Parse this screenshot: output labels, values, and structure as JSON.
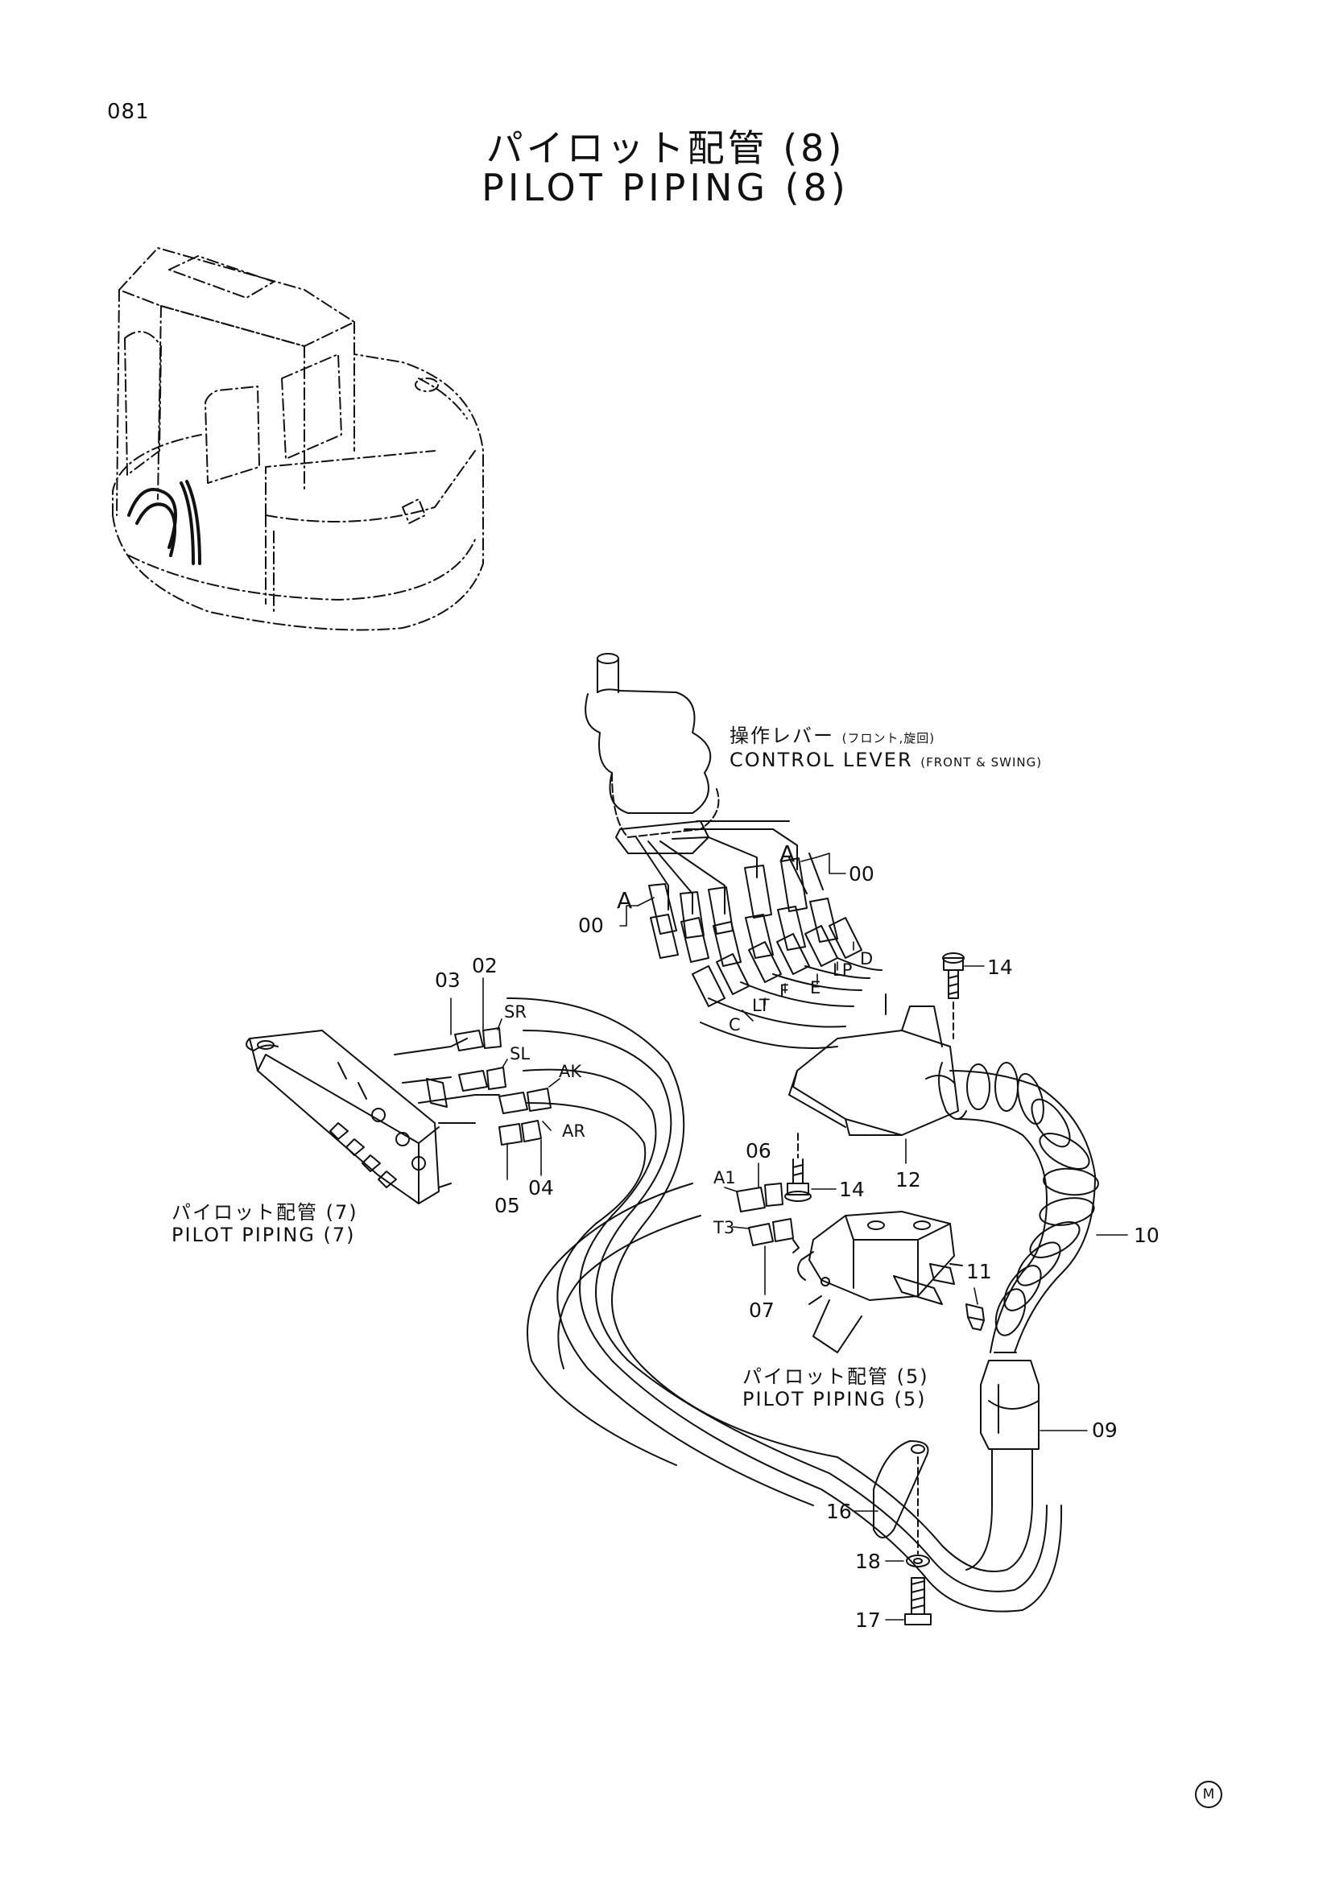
{
  "page_number": "081",
  "title_jp": "パイロット配管 (8)",
  "title_en": "PILOT PIPING (8)",
  "references": {
    "control_lever_jp": "操作レバー",
    "control_lever_jp_sub": "(フロント,旋回)",
    "control_lever_en": "CONTROL LEVER",
    "control_lever_en_sub": "(FRONT & SWING)",
    "piping7_jp": "パイロット配管 (7)",
    "piping7_en": "PILOT PIPING (7)",
    "piping5_jp": "パイロット配管 (5)",
    "piping5_en": "PILOT PIPING (5)"
  },
  "part_numbers": [
    "00",
    "00",
    "02",
    "03",
    "04",
    "05",
    "06",
    "07",
    "09",
    "10",
    "11",
    "12",
    "14",
    "14",
    "16",
    "17",
    "18"
  ],
  "port_labels": [
    "A",
    "A",
    "SR",
    "SL",
    "AK",
    "AR",
    "A1",
    "T3",
    "C",
    "LT",
    "F",
    "E",
    "LP",
    "D"
  ],
  "mark": "M"
}
